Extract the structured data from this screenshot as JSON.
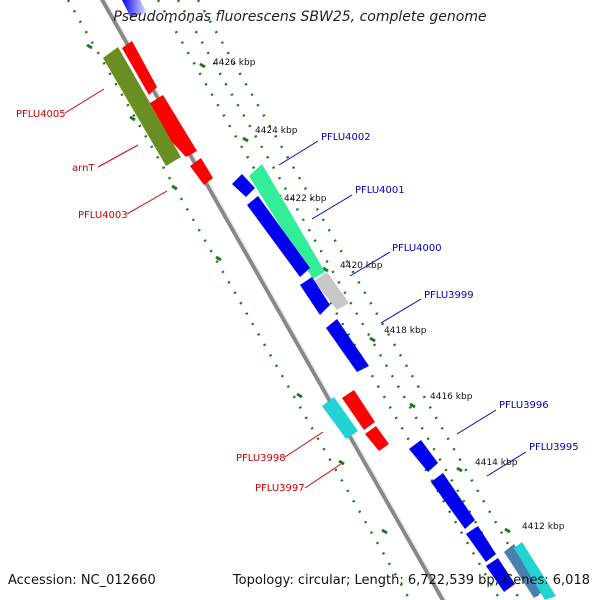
{
  "title": "Pseudomonas fluorescens SBW25, complete genome",
  "footer": {
    "accession": "Accession: NC_012660",
    "topology": "Topology: circular; Length: 6,722,539 bp; Genes: 6,018"
  },
  "ticks": [
    "4426 kbp",
    "4424 kbp",
    "4422 kbp",
    "4420 kbp",
    "4418 kbp",
    "4416 kbp",
    "4414 kbp",
    "4412 kbp"
  ],
  "labels": {
    "left": [
      "PFLU4005",
      "arnT",
      "PFLU4003",
      "PFLU3998",
      "PFLU3997"
    ],
    "right": [
      "PFLU4002",
      "PFLU4001",
      "PFLU4000",
      "PFLU3999",
      "PFLU3996",
      "PFLU3995"
    ]
  },
  "colors": {
    "forward_strand_label": "#cc0000",
    "reverse_strand_label": "#0000bb",
    "red_gene": "#ff0000",
    "blue_gene": "#0000ee",
    "olive_gene": "#6b8e23",
    "mint_gene": "#33ee99",
    "grey_gene": "#c8c8c8",
    "cyan_gene": "#22d3d3",
    "backbone": "#888888",
    "tick": "#1a7a1a"
  }
}
